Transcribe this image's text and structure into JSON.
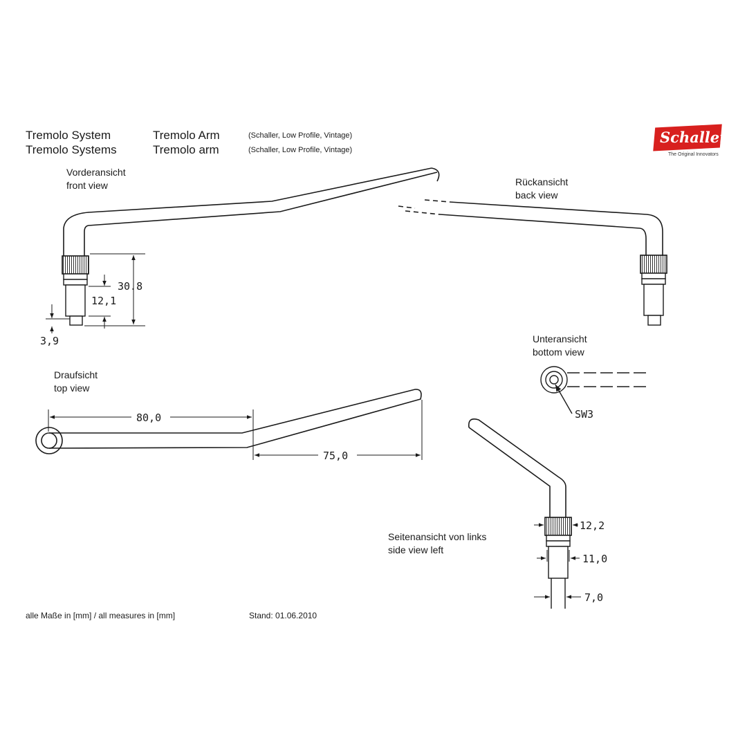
{
  "header": {
    "row1": {
      "category": "Tremolo System",
      "product": "Tremolo Arm",
      "variants": "(Schaller, Low Profile, Vintage)"
    },
    "row2": {
      "category": "Tremolo Systems",
      "product": "Tremolo arm",
      "variants": "(Schaller, Low Profile, Vintage)"
    }
  },
  "logo": {
    "word": "Schaller",
    "tagline": "The Original Innovators",
    "color": "#d8201e"
  },
  "views": {
    "front": {
      "de": "Vorderansicht",
      "en": "front view"
    },
    "back": {
      "de": "Rückansicht",
      "en": "back view"
    },
    "top": {
      "de": "Draufsicht",
      "en": "top view"
    },
    "bottom": {
      "de": "Unteransicht",
      "en": "bottom view"
    },
    "side": {
      "de": "Seitenansicht von links",
      "en": "side view left"
    }
  },
  "dimensions": {
    "front_total": "30.8",
    "front_sleeve": "12,1",
    "front_tip": "3,9",
    "top_straight": "80,0",
    "top_bent": "75,0",
    "bottom_wrench": "SW3",
    "side_knurl": "12,2",
    "side_sleeve": "11,0",
    "side_tip": "7,0"
  },
  "footer": {
    "units": "alle Maße in [mm] / all measures in [mm]",
    "date": "Stand: 01.06.2010"
  },
  "colors": {
    "line": "#1a1a1a",
    "background": "#ffffff"
  }
}
